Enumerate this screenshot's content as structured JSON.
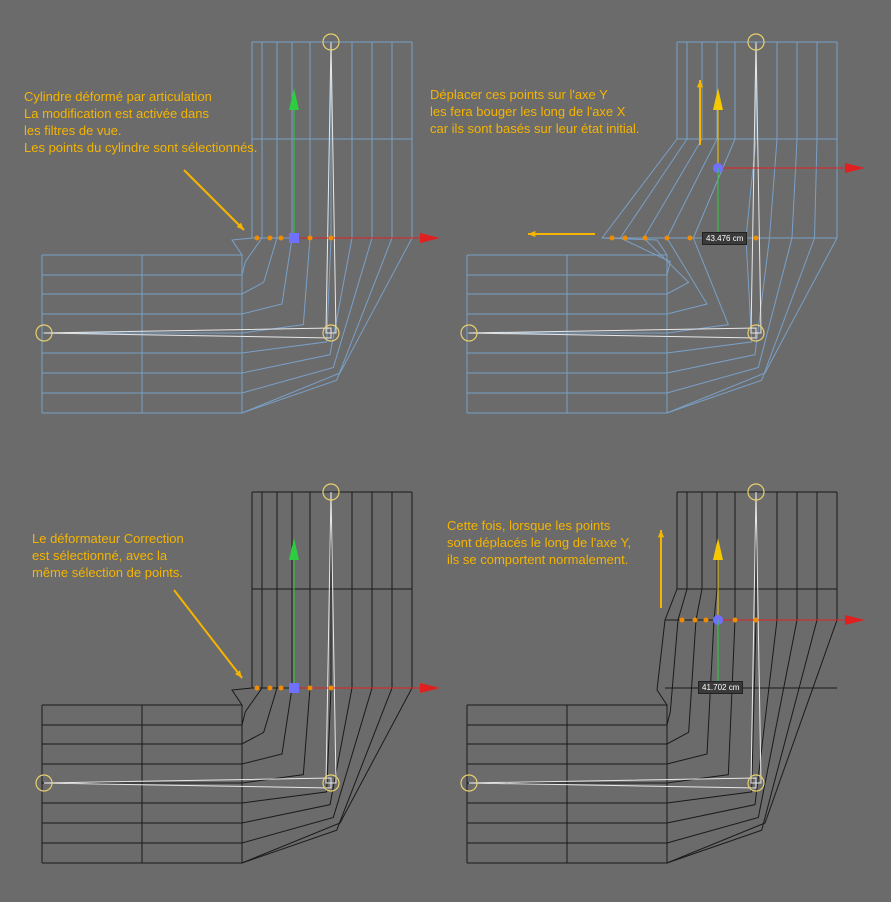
{
  "panels": [
    {
      "id": "top-left",
      "mesh_color": "#7aa0c8",
      "notes": [
        "Cylindre déformé par articulation",
        "La modification est activée dans",
        "les filtres de vue.",
        "Les points du cylindre sont sélectionnés."
      ],
      "y_axis_color": "#2ecc40"
    },
    {
      "id": "top-right",
      "mesh_color": "#7aa0c8",
      "notes": [
        "Déplacer ces points sur l'axe Y",
        "les fera bouger les long de l'axe X",
        "car ils sont basés sur leur état initial."
      ],
      "measure": "43.476 cm",
      "y_axis_color": "#f5c800"
    },
    {
      "id": "bottom-left",
      "mesh_color": "#1a1a1a",
      "notes": [
        "Le déformateur Correction",
        "est sélectionné, avec la",
        "même sélection de points."
      ],
      "y_axis_color": "#2ecc40"
    },
    {
      "id": "bottom-right",
      "mesh_color": "#1a1a1a",
      "notes": [
        "Cette fois, lorsque les points",
        "sont déplacés le long de l'axe Y,",
        "ils se comportent normalement."
      ],
      "measure": "41.702 cm",
      "y_axis_color": "#f5c800"
    }
  ],
  "colors": {
    "annotation": "#f5b400",
    "x_axis": "#e02020",
    "point": "#f08c00",
    "joint": "#e8d070",
    "bone": "#e8e8e8"
  }
}
